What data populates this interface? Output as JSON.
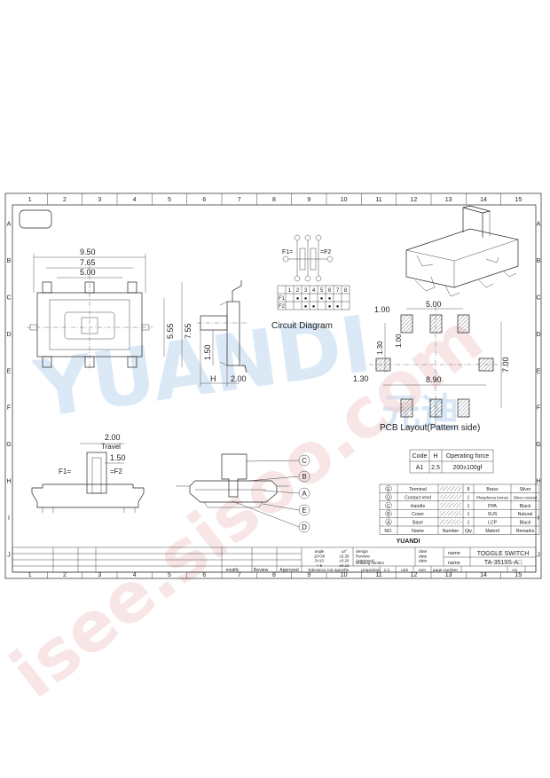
{
  "colors": {
    "ink": "#222222",
    "watermark_blue": "#9fc7ea",
    "watermark_red": "#f2c6c6"
  },
  "watermarks": {
    "brand": "YUANDI",
    "chinese": "元迪",
    "site": "isee.sisoo.com"
  },
  "border": {
    "cols": [
      "1",
      "2",
      "3",
      "4",
      "5",
      "6",
      "7",
      "8",
      "9",
      "10",
      "11",
      "12",
      "13",
      "14",
      "15"
    ],
    "rows": [
      "A",
      "B",
      "C",
      "D",
      "E",
      "F",
      "G",
      "H",
      "I",
      "J"
    ]
  },
  "top_view": {
    "d_950": "9.50",
    "d_765": "7.65",
    "d_500": "5.00",
    "d_555": "5.55",
    "d_755": "7.55"
  },
  "side_view": {
    "d_150": "1.50",
    "d_200": "2.00",
    "h_label": "H"
  },
  "travel_view": {
    "d_200": "2.00",
    "travel": "Travel",
    "d_150": "1.50",
    "f1": "F1=",
    "f2": "=F2"
  },
  "circuit": {
    "title": "Circuit Diagram",
    "f1": "F1",
    "f2": "F2",
    "f1_side": "F1=",
    "f2_side": "=F2",
    "terminals": [
      "1",
      "2",
      "3",
      "4",
      "5",
      "6",
      "7",
      "8"
    ],
    "f1_marks": [
      "",
      "●",
      "●",
      "",
      "●",
      "●",
      "",
      ""
    ],
    "f2_marks": [
      "",
      "",
      "●",
      "●",
      "",
      "●",
      "●",
      ""
    ]
  },
  "pcb": {
    "title": "PCB Layout(Pattern side)",
    "d_100": "1.00",
    "d_500": "5.00",
    "d_130v": "1.30",
    "d_100v": "1.00",
    "d_130": "1.30",
    "d_890": "8.90",
    "d_700": "7.00"
  },
  "section_labels": [
    "C",
    "B",
    "A",
    "E",
    "D"
  ],
  "force_table": {
    "headers": [
      "Code",
      "H",
      "Operating force"
    ],
    "rows": [
      [
        "A1",
        "2.5",
        "200±100gf"
      ]
    ]
  },
  "bom": {
    "rows": [
      [
        "E",
        "Terminal",
        "",
        "8",
        "Brass",
        "Silver"
      ],
      [
        "D",
        "Contact reed",
        "",
        "1",
        "Phosphorus bronze",
        "Silver covered"
      ],
      [
        "C",
        "Handle",
        "",
        "1",
        "PPA",
        "Black"
      ],
      [
        "B",
        "Cover",
        "",
        "1",
        "SUS",
        "Natural"
      ],
      [
        "A",
        "Base",
        "",
        "1",
        "LCP",
        "Black"
      ]
    ],
    "header": [
      "NO.",
      "Name",
      "Number",
      "Qty",
      "Materil",
      "Remarks"
    ]
  },
  "title_block": {
    "company": "YUANDI",
    "tol_rows": [
      [
        "angle",
        "±2°"
      ],
      [
        "10<30",
        "±0.30"
      ],
      [
        "5<10",
        "±0.20"
      ],
      [
        "< 5",
        "±0.10"
      ]
    ],
    "sign_rows": [
      "design",
      "Review",
      "Approved"
    ],
    "drawing_number": "Drawing number",
    "date": "date",
    "name_label": "name",
    "product_name": "TOGGLE SWITCH",
    "part_number": "TA-3519S-A□",
    "bottom_labels": [
      "modify",
      "Review",
      "Approved"
    ],
    "tolerance": "Tolerance not specifie",
    "proportion": "proportion",
    "scale": "1:1",
    "unit_label": "unit",
    "unit": "mm",
    "page_number": "page number",
    "paper": "A4"
  }
}
